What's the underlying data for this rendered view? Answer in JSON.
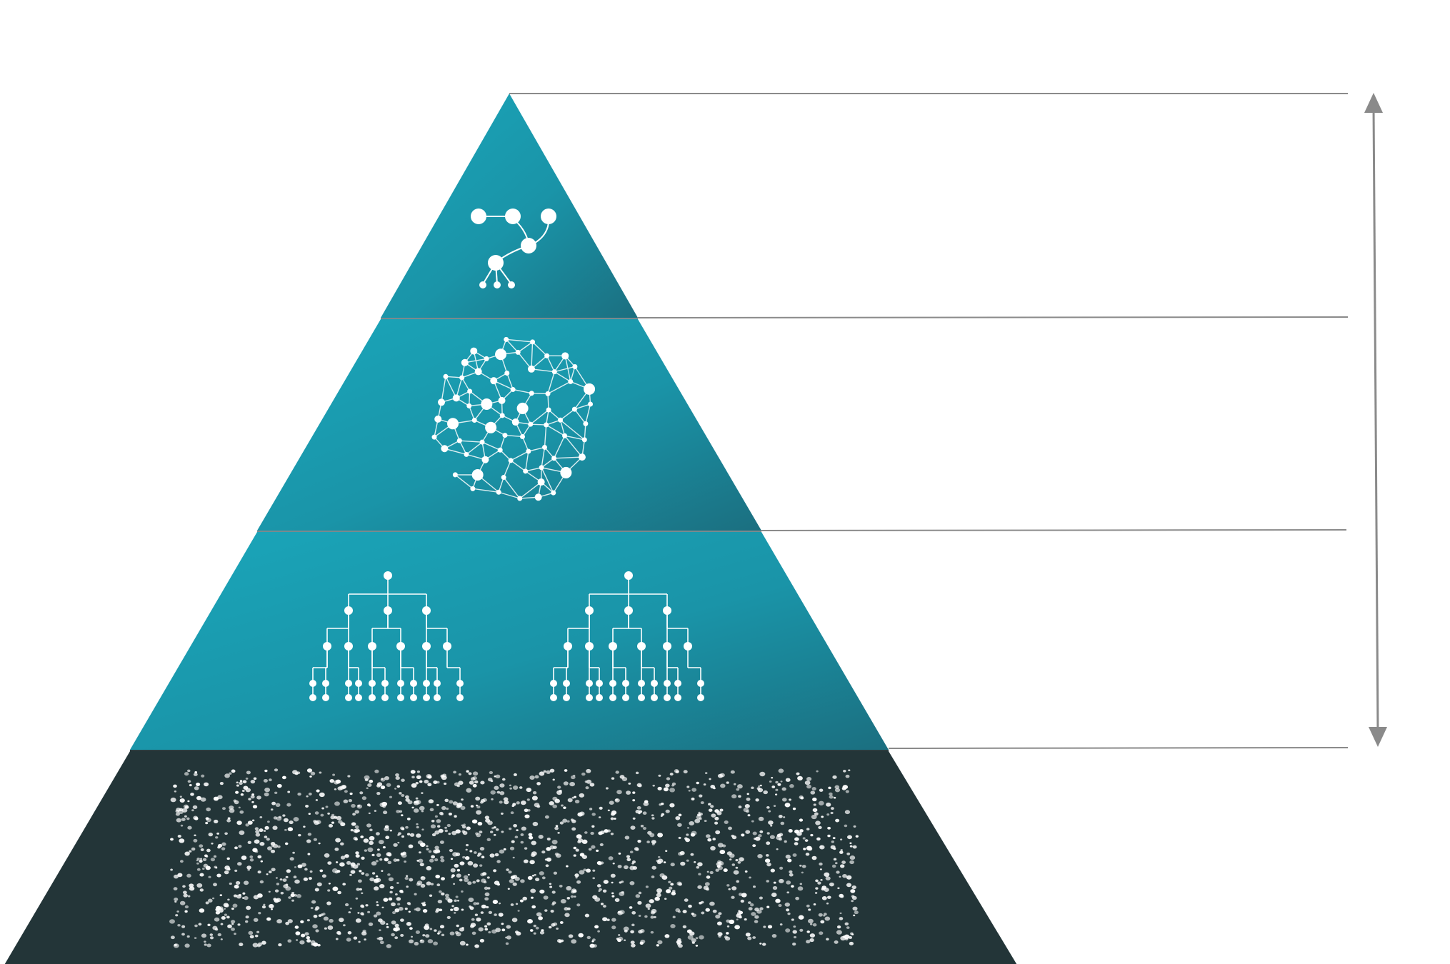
{
  "diagram": {
    "kind": "layered-pyramid",
    "layers": [
      {
        "id": "top",
        "icon": "flow-graph-icon",
        "label": ""
      },
      {
        "id": "upper-middle",
        "icon": "mesh-network-icon",
        "label": ""
      },
      {
        "id": "lower-middle",
        "icon": "tree-hierarchy-icon",
        "label": ""
      },
      {
        "id": "base",
        "icon": "scattered-dots-icon",
        "label": ""
      }
    ],
    "guide_arrow": {
      "icon": "double-arrow-icon"
    }
  },
  "colors": {
    "teal_light": "#1aa6ba",
    "teal_dark": "#1b7082",
    "base": "#233538",
    "guide": "#888888",
    "icon": "#ffffff"
  }
}
